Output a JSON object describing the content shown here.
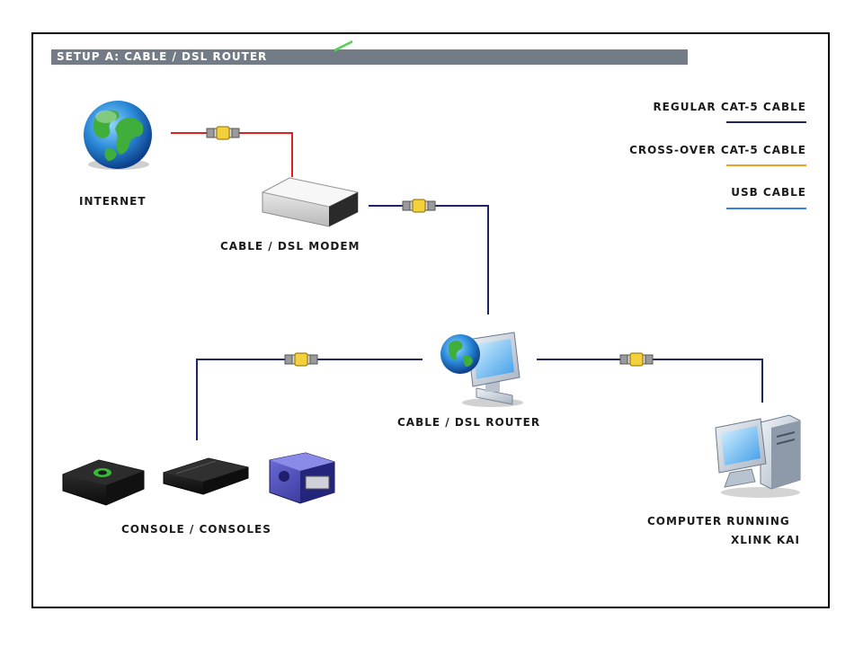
{
  "title": "SETUP A: CABLE / DSL ROUTER",
  "nodes": {
    "internet": "INTERNET",
    "modem": "CABLE / DSL MODEM",
    "router": "CABLE / DSL ROUTER",
    "consoles": "CONSOLE / CONSOLES",
    "computer_line1": "COMPUTER RUNNING",
    "computer_line2": "XLINK KAI"
  },
  "legend": [
    {
      "label": "REGULAR CAT-5 CABLE",
      "color": "#1f2466"
    },
    {
      "label": "CROSS-OVER CAT-5 CABLE",
      "color": "#f0a020"
    },
    {
      "label": "USB CABLE",
      "color": "#3a7fe0"
    }
  ],
  "colors": {
    "internet_link": "#e02020",
    "network_link": "#1f2466",
    "title_bar": "#737c86"
  },
  "icons": [
    "globe-icon",
    "modem-icon",
    "router-icon",
    "xbox-icon",
    "ps2-icon",
    "gamecube-icon",
    "computer-icon",
    "cable-connector-icon"
  ]
}
